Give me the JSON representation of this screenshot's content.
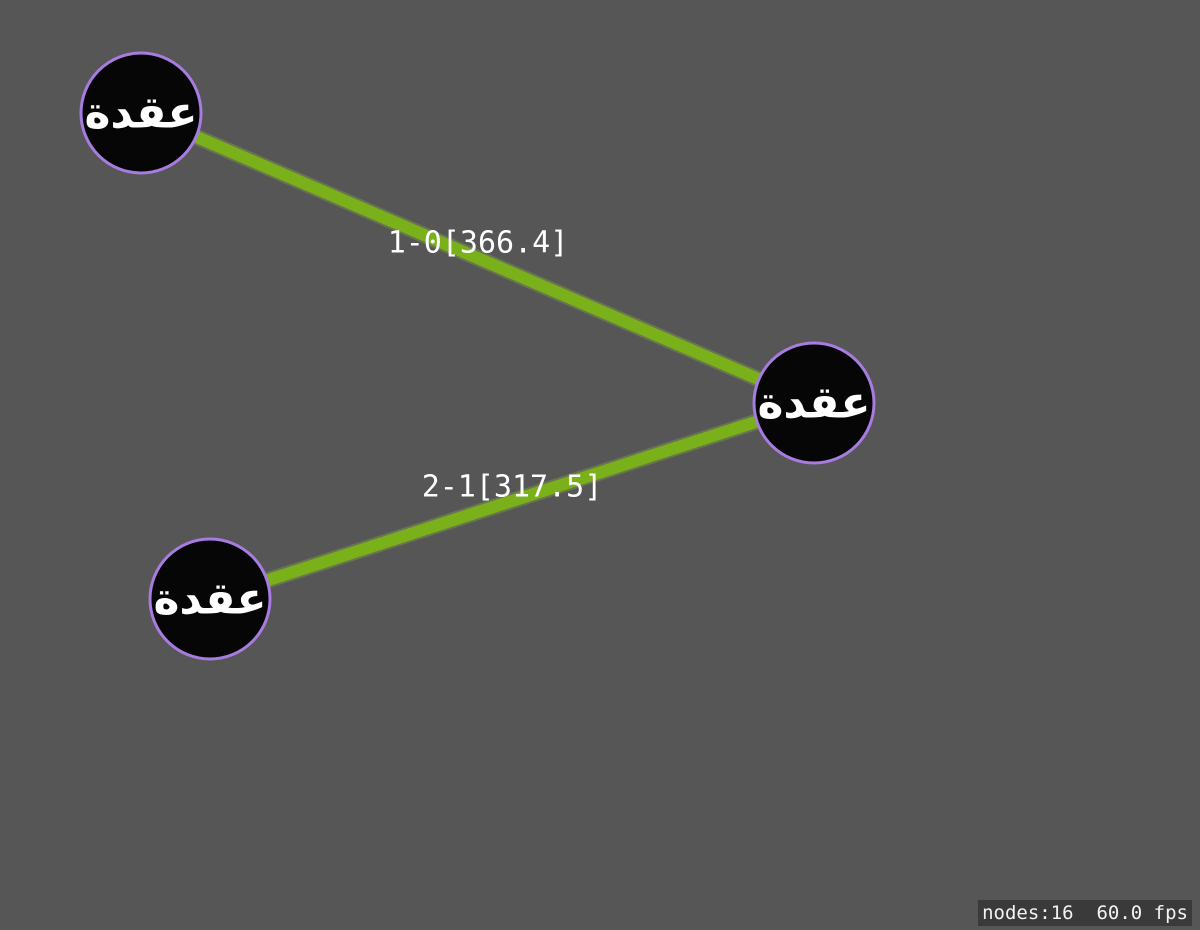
{
  "graph": {
    "nodes": [
      {
        "id": "0",
        "label": "عقدة"
      },
      {
        "id": "1",
        "label": "عقدة"
      },
      {
        "id": "2",
        "label": "عقدة"
      }
    ],
    "edges": [
      {
        "from": "1",
        "to": "0",
        "label": "1-0[366.4]"
      },
      {
        "from": "2",
        "to": "1",
        "label": "2-1[317.5]"
      }
    ]
  },
  "stats": {
    "nodes_text": "nodes:16",
    "fps_text": "60.0 fps"
  },
  "colors": {
    "background": "#565656",
    "node_fill": "#060606",
    "node_border": "#a77be0",
    "edge": "#7cb518",
    "label": "#ffffff"
  }
}
